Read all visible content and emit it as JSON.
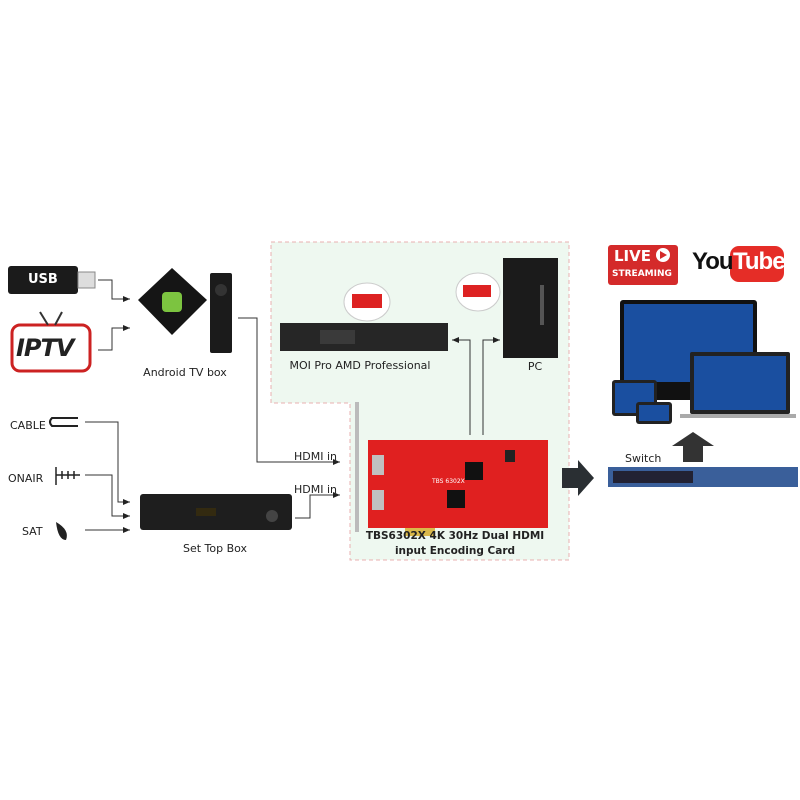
{
  "sources": {
    "usb": "USB",
    "iptv": "IPTV",
    "cable": "CABLE",
    "onair": "ONAIR",
    "sat": "SAT"
  },
  "devices": {
    "android_tv_box": "Android TV box",
    "set_top_box": "Set Top Box",
    "moi_pro": "MOI Pro AMD Professional",
    "pc": "PC",
    "switch": "Switch"
  },
  "connections": {
    "hdmi_in_1": "HDMI in",
    "hdmi_in_2": "HDMI in"
  },
  "card": {
    "title_line1": "TBS6302X 4K 30Hz Dual HDMI",
    "title_line2": "input Encoding Card",
    "silk_label": "TBS 6302X"
  },
  "streaming": {
    "live_line1": "LIVE",
    "live_line2": "STREAMING",
    "youtube_you": "You",
    "youtube_tube": "Tube"
  },
  "colors": {
    "region_bg": "#eef8f0",
    "card_red": "#e02020",
    "youtube_red": "#e52d27",
    "screen_blue": "#1a4fa0"
  }
}
